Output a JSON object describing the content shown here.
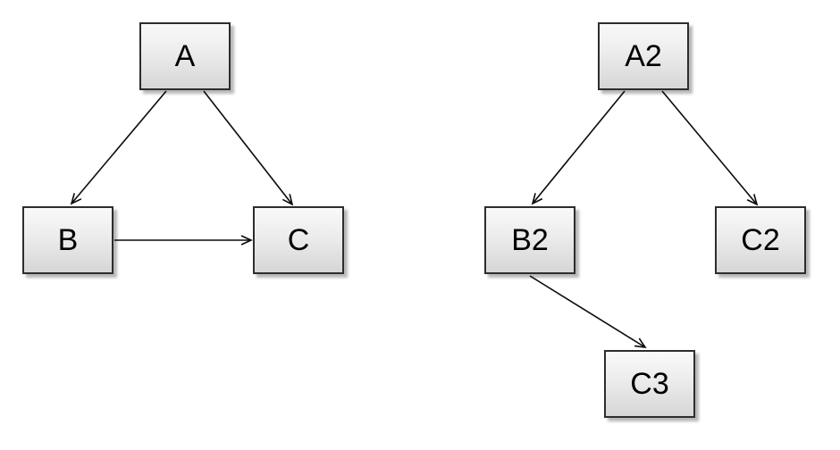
{
  "canvas": {
    "background": "#ffffff"
  },
  "node_style": {
    "fill_top": "#f9f9f9",
    "fill_bottom": "#d6d6d6",
    "border_color": "#2d2d2d",
    "shadow_color": "#b8b8b8",
    "text_color": "#000000",
    "arrow_color": "#0a0a0a",
    "arrowhead": "open-v"
  },
  "graphs": [
    {
      "name": "left-graph",
      "nodes": [
        {
          "id": "A",
          "label": "A"
        },
        {
          "id": "B",
          "label": "B"
        },
        {
          "id": "C",
          "label": "C"
        }
      ],
      "edges": [
        {
          "from": "A",
          "to": "B"
        },
        {
          "from": "A",
          "to": "C"
        },
        {
          "from": "B",
          "to": "C"
        }
      ]
    },
    {
      "name": "right-graph",
      "nodes": [
        {
          "id": "A2",
          "label": "A2"
        },
        {
          "id": "B2",
          "label": "B2"
        },
        {
          "id": "C2",
          "label": "C2"
        },
        {
          "id": "C3",
          "label": "C3"
        }
      ],
      "edges": [
        {
          "from": "A2",
          "to": "B2"
        },
        {
          "from": "A2",
          "to": "C2"
        },
        {
          "from": "B2",
          "to": "C3"
        }
      ]
    }
  ]
}
